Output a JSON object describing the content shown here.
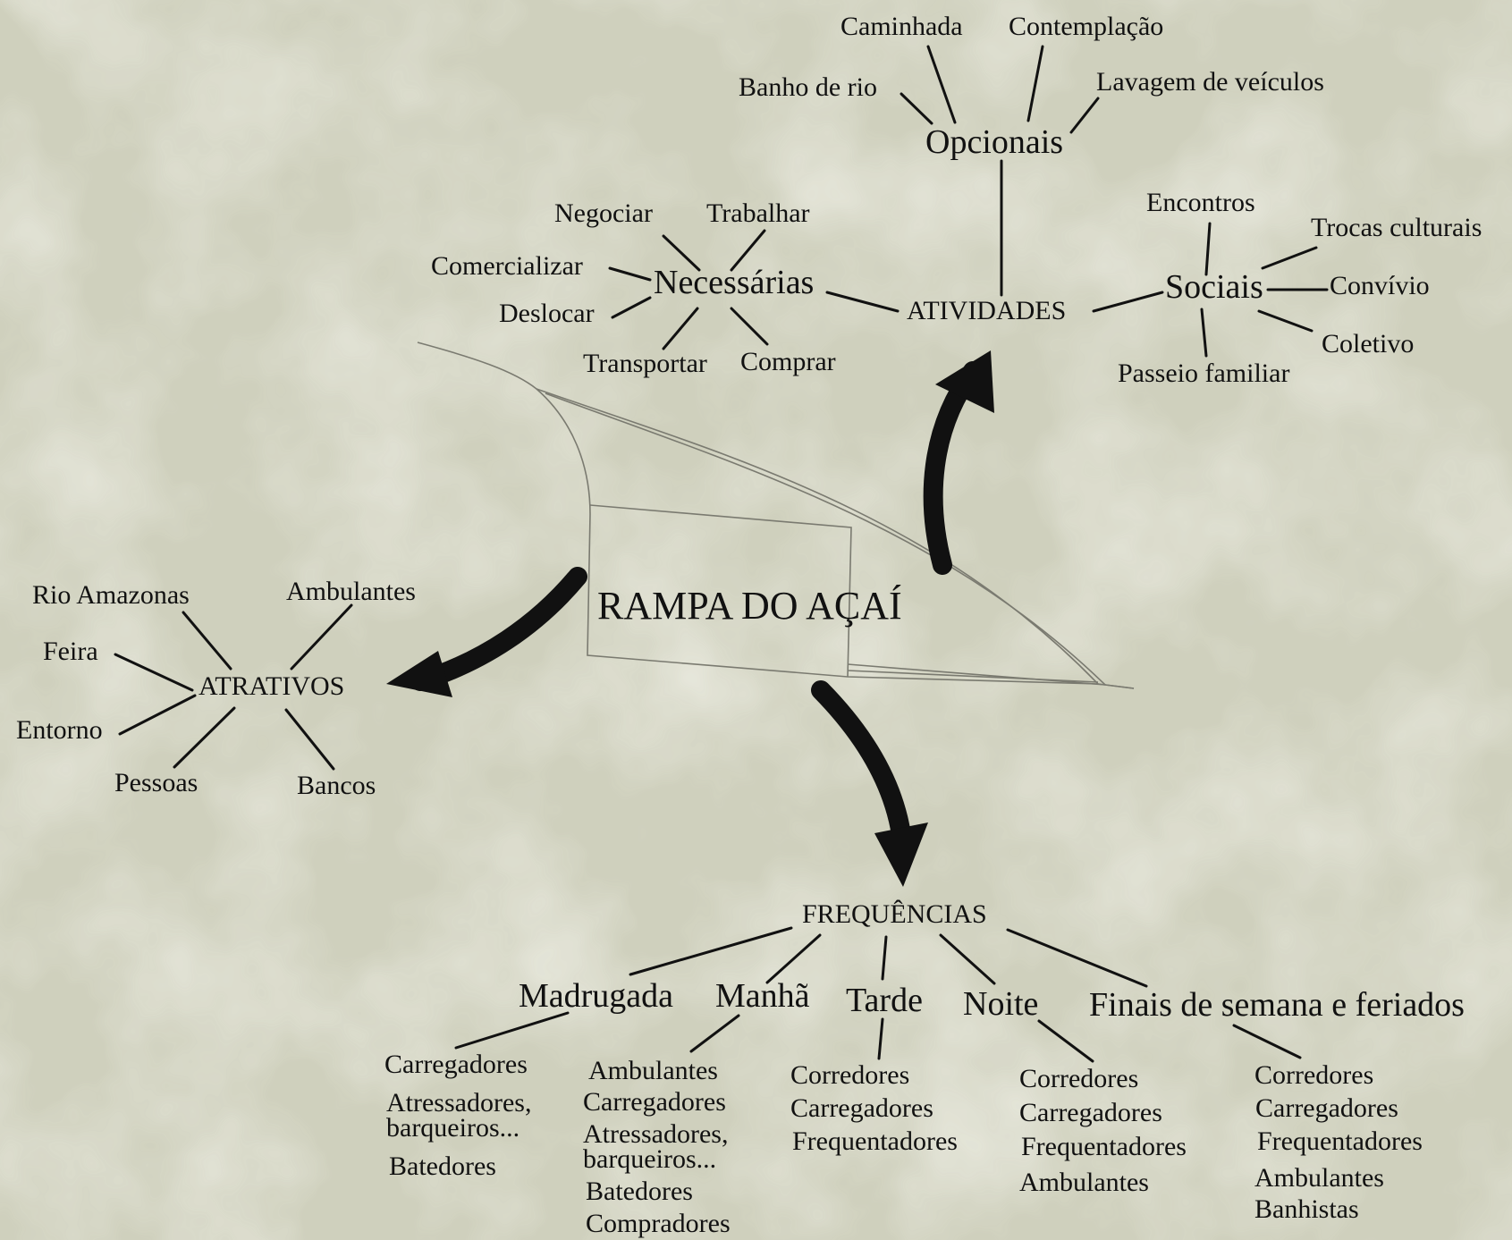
{
  "colors": {
    "background": "#cfd0bd",
    "ink": "#111111",
    "site_outline": "#7a7a70"
  },
  "center": {
    "title": "RAMPA DO AÇAÍ"
  },
  "atividades": {
    "label": "ATIVIDADES",
    "opcionais": {
      "label": "Opcionais",
      "items": [
        "Caminhada",
        "Contemplação",
        "Banho de rio",
        "Lavagem de veículos"
      ]
    },
    "necessarias": {
      "label": "Necessárias",
      "items": [
        "Negociar",
        "Trabalhar",
        "Comercializar",
        "Deslocar",
        "Transportar",
        "Comprar"
      ]
    },
    "sociais": {
      "label": "Sociais",
      "items": [
        "Encontros",
        "Trocas culturais",
        "Convívio",
        "Coletivo",
        "Passeio familiar"
      ]
    }
  },
  "atrativos": {
    "label": "ATRATIVOS",
    "items": [
      "Rio Amazonas",
      "Ambulantes",
      "Feira",
      "Entorno",
      "Pessoas",
      "Bancos"
    ]
  },
  "frequencias": {
    "label": "FREQUÊNCIAS",
    "groups": [
      {
        "label": "Madrugada",
        "items": [
          "Carregadores",
          "Atressadores, barqueiros...",
          "Batedores"
        ]
      },
      {
        "label": "Manhã",
        "items": [
          "Ambulantes",
          "Carregadores",
          "Atressadores, barqueiros...",
          "Batedores",
          "Compradores"
        ]
      },
      {
        "label": "Tarde",
        "items": [
          "Corredores",
          "Carregadores",
          "Frequentadores"
        ]
      },
      {
        "label": "Noite",
        "items": [
          "Corredores",
          "Carregadores",
          "Frequentadores",
          "Ambulantes"
        ]
      },
      {
        "label": "Finais de semana e feriados",
        "items": [
          "Corredores",
          "Carregadores",
          "Frequentadores",
          "Ambulantes",
          "Banhistas"
        ]
      }
    ]
  }
}
